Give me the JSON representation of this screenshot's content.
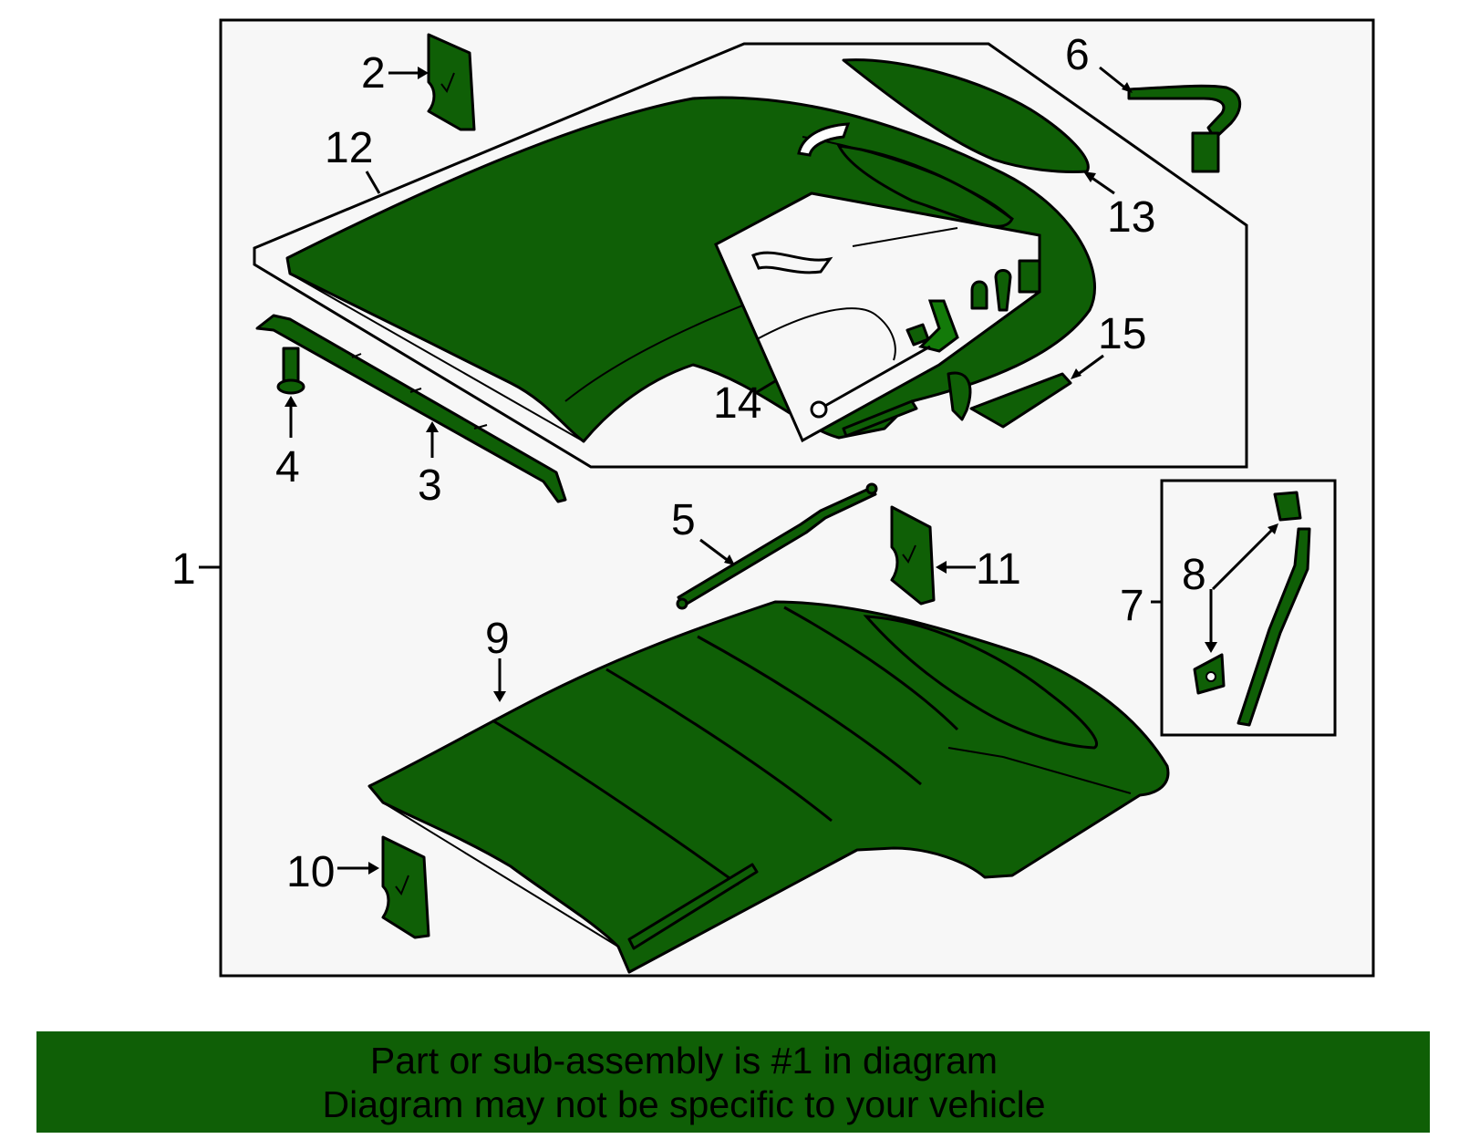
{
  "callouts": {
    "c1": "1",
    "c2": "2",
    "c3": "3",
    "c4": "4",
    "c5": "5",
    "c6": "6",
    "c7": "7",
    "c8": "8",
    "c9": "9",
    "c10": "10",
    "c11": "11",
    "c12": "12",
    "c13": "13",
    "c14": "14",
    "c15": "15"
  },
  "banner": {
    "line1": "Part or sub-assembly is #1 in diagram",
    "line2": "Diagram may not be specific to your vehicle"
  },
  "colors": {
    "part_fill": "#0f5f06",
    "panel_fill": "#f7f7f7",
    "banner_bg": "#0f5f06"
  }
}
